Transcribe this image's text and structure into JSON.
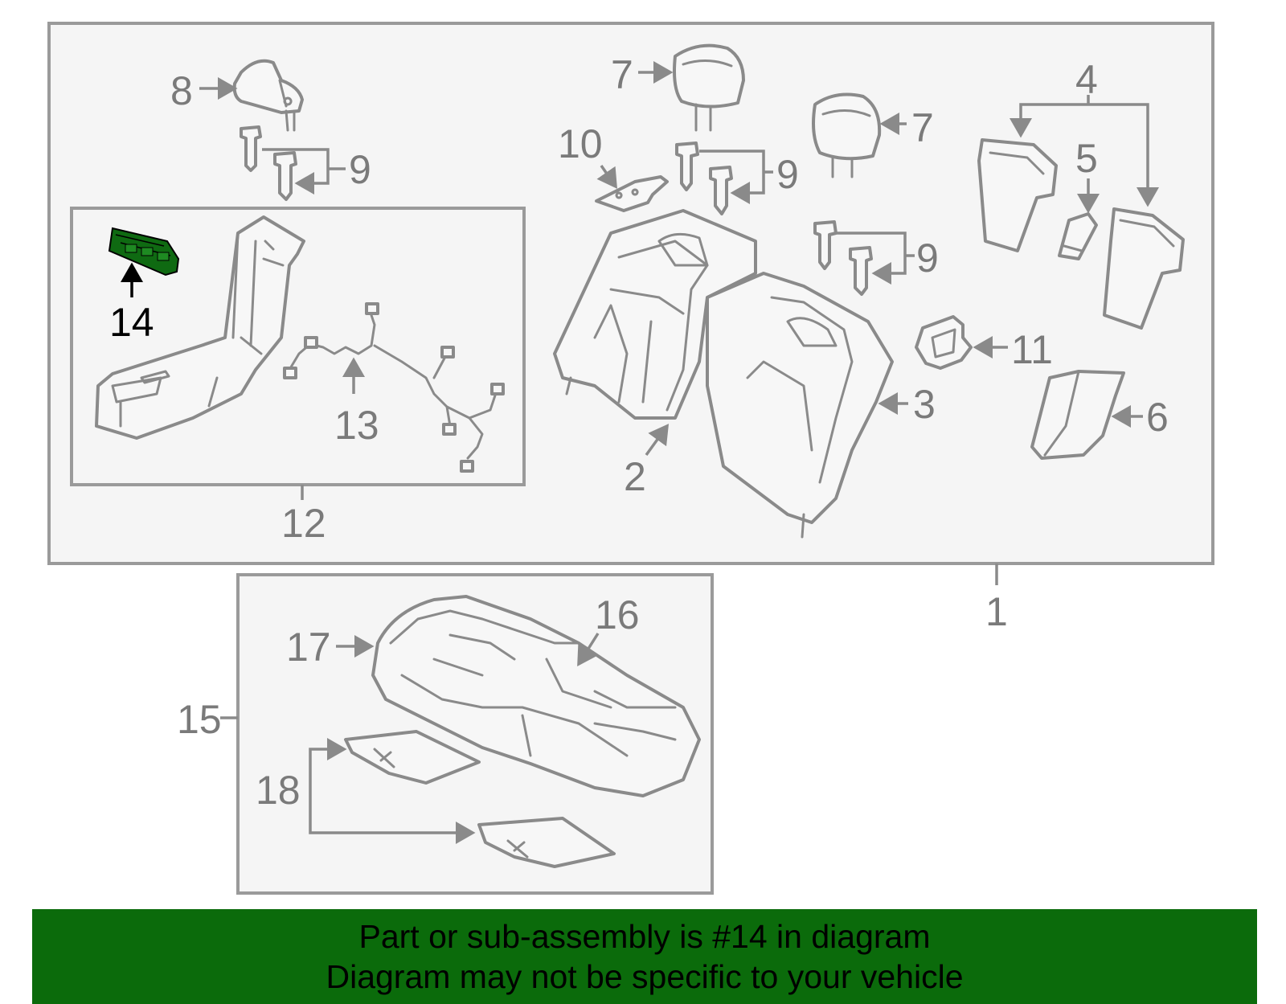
{
  "colors": {
    "banner_background": "#0b6b0b",
    "highlight_part": "#0f6a12",
    "outline": "#8a8a8a",
    "frame_fill": "#f5f5f5"
  },
  "callouts": {
    "c1": "1",
    "c2": "2",
    "c3": "3",
    "c4": "4",
    "c5": "5",
    "c6": "6",
    "c7a": "7",
    "c7b": "7",
    "c8": "8",
    "c9a": "9",
    "c9b": "9",
    "c9c": "9",
    "c10": "10",
    "c11": "11",
    "c12": "12",
    "c13": "13",
    "c14": "14",
    "c15": "15",
    "c16": "16",
    "c17": "17",
    "c18": "18"
  },
  "highlighted_callout": "14",
  "banner": {
    "line1": "Part or sub-assembly is #14 in diagram",
    "line2": "Diagram may not be specific to your vehicle"
  }
}
